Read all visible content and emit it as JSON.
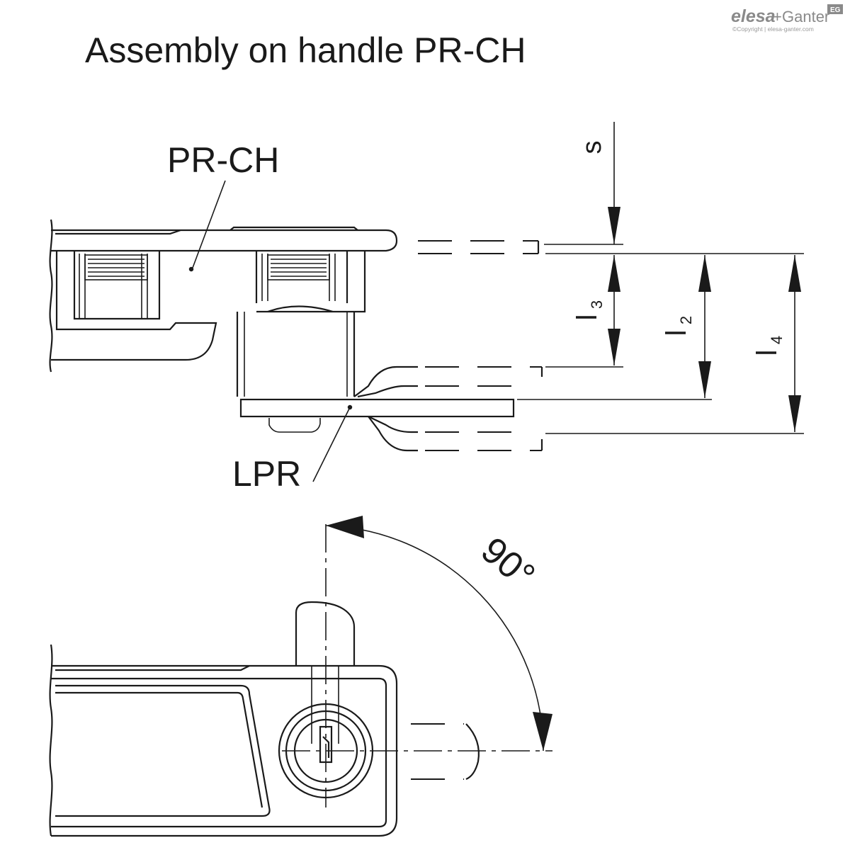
{
  "title": "Assembly on handle PR-CH",
  "brand": {
    "name_part1": "elesa",
    "plus": "+",
    "name_part2": "Ganter",
    "badge": "EG",
    "copyright": "©Copyright | elesa-ganter.com",
    "color": "#8a8a8a"
  },
  "labels": {
    "handle": "PR-CH",
    "lever": "LPR",
    "s": "s",
    "l3_main": "l",
    "l3_sub": "3",
    "l2_main": "l",
    "l2_sub": "2",
    "l4_main": "l",
    "l4_sub": "4",
    "angle": "90°"
  }
}
